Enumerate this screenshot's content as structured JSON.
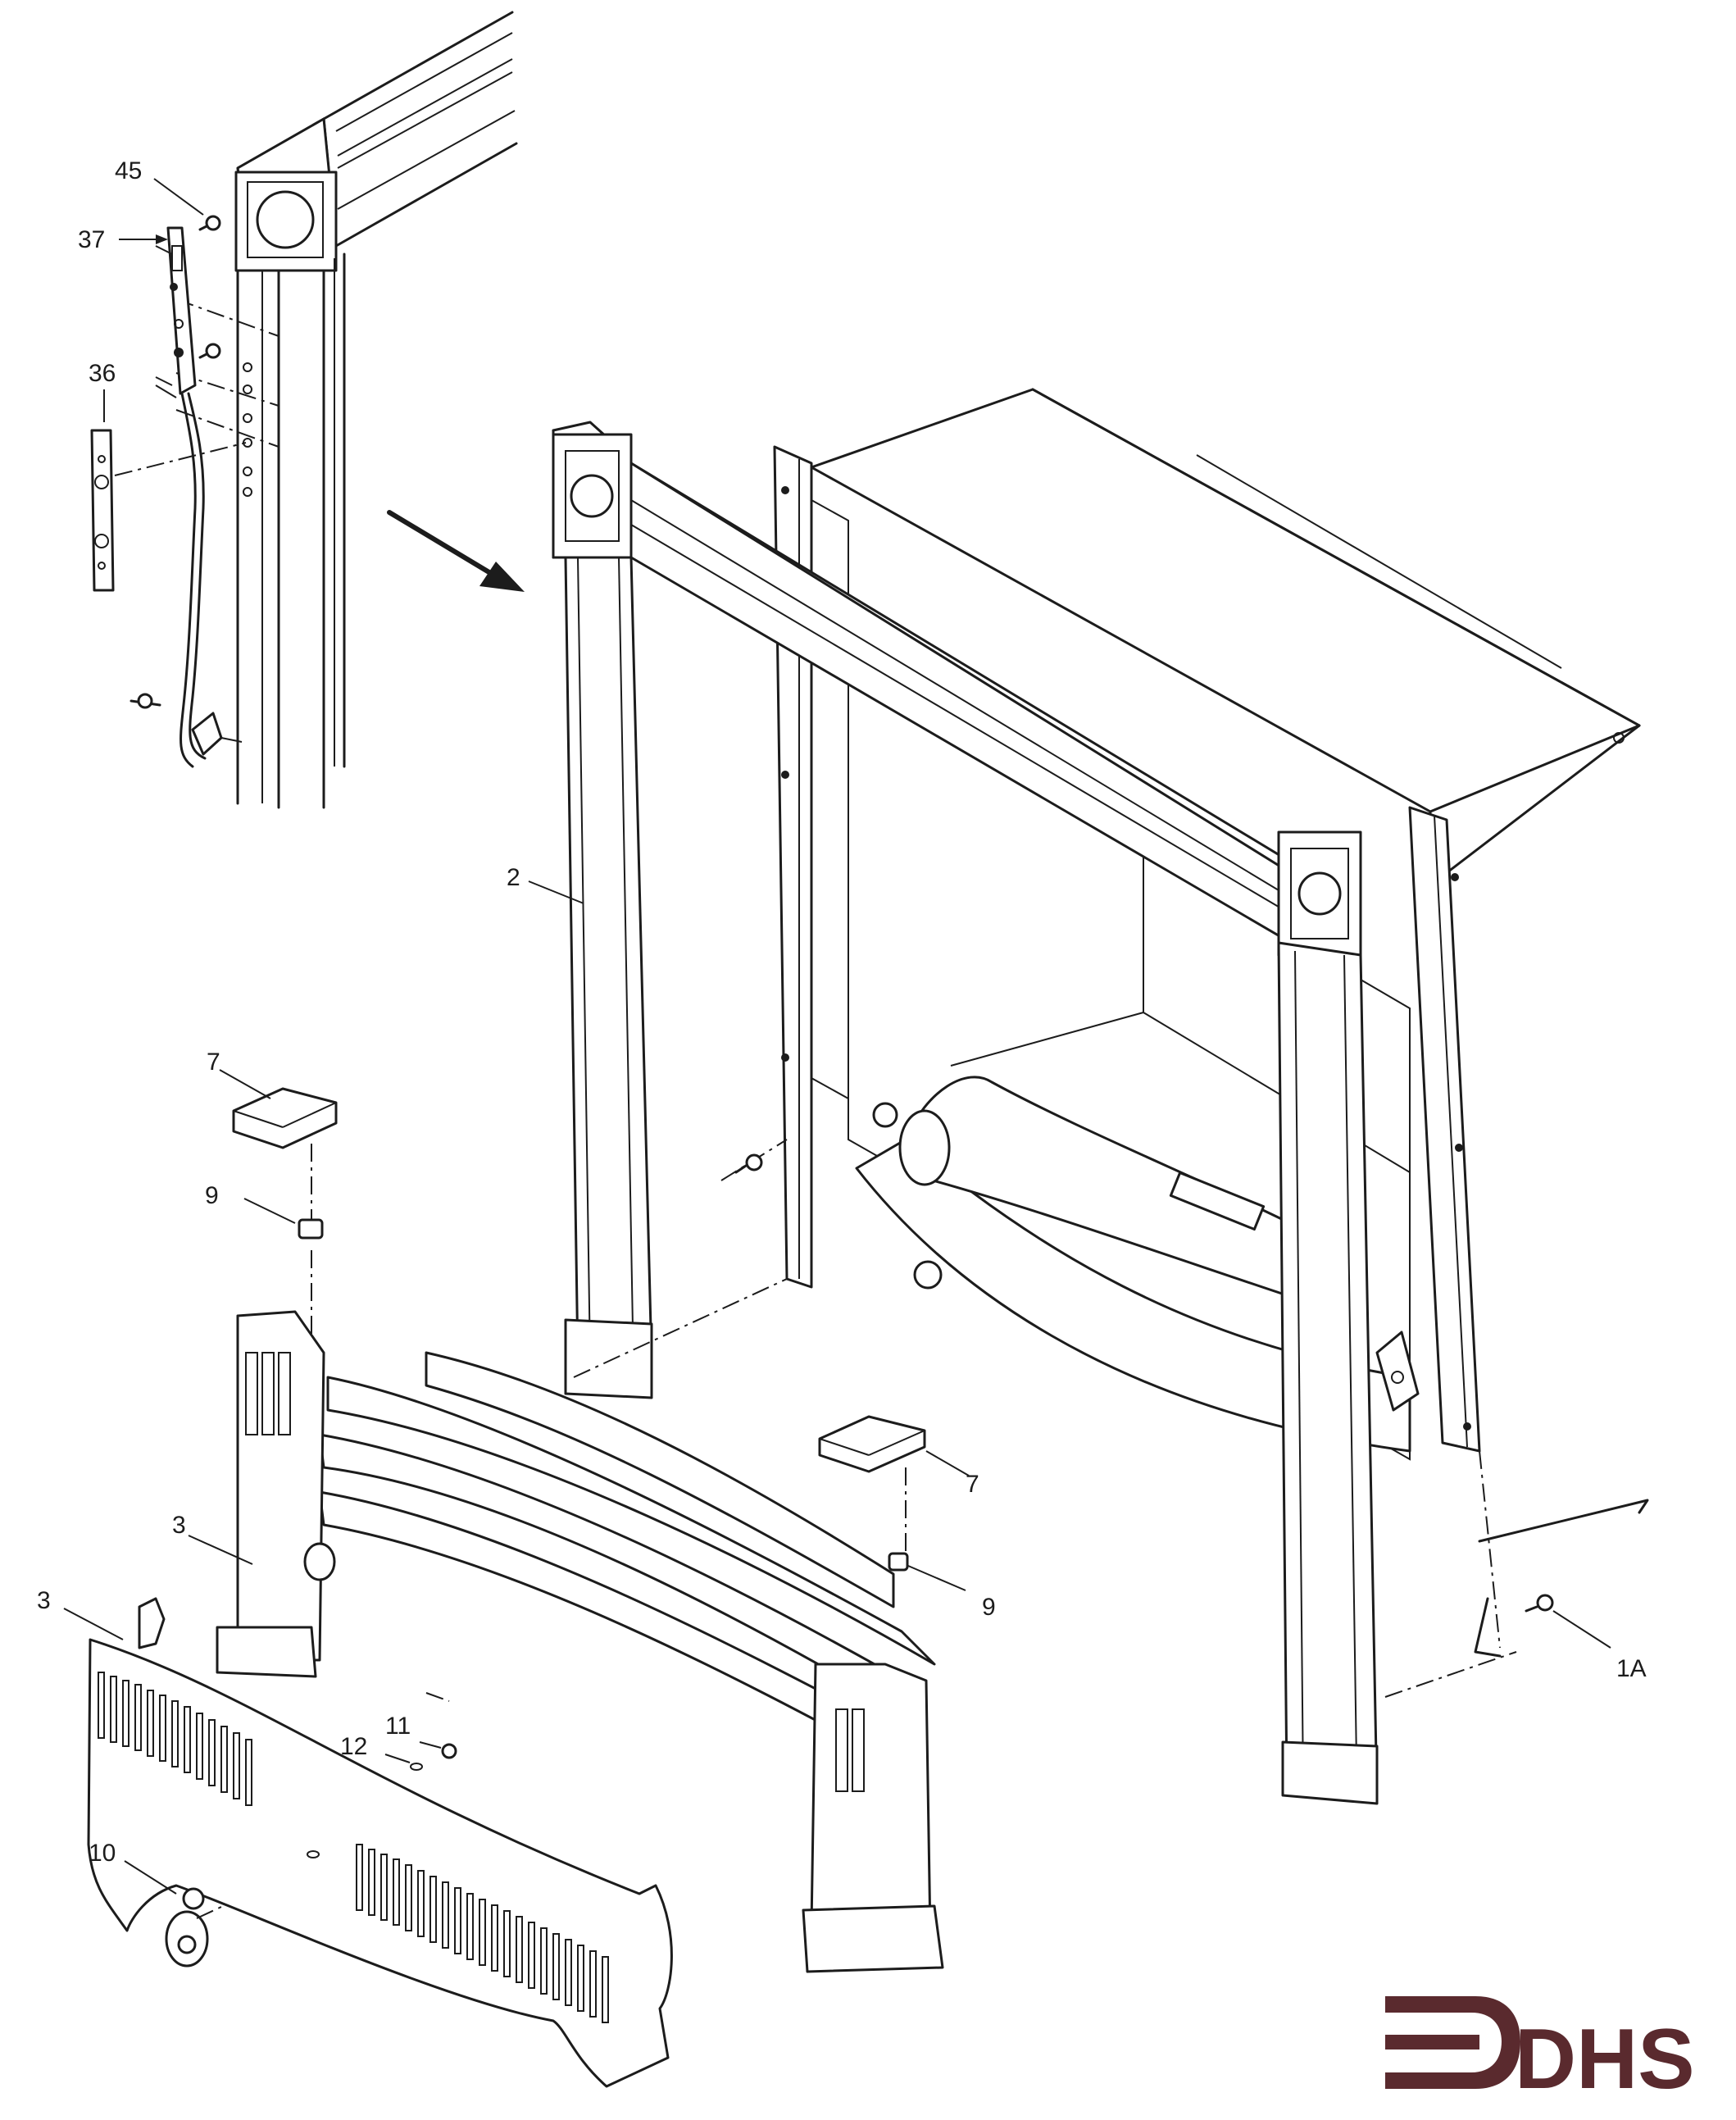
{
  "diagram": {
    "title": "Exploded parts diagram — fireplace surround, fire front and control panel",
    "brand": {
      "logo_text": "DHS",
      "color": "#5a2a2e"
    },
    "callouts": [
      {
        "id": "c45",
        "text": "45"
      },
      {
        "id": "c37",
        "text": "37"
      },
      {
        "id": "c36",
        "text": "36"
      },
      {
        "id": "c2",
        "text": "2"
      },
      {
        "id": "c7a",
        "text": "7"
      },
      {
        "id": "c9a",
        "text": "9"
      },
      {
        "id": "c7b",
        "text": "7"
      },
      {
        "id": "c9b",
        "text": "9"
      },
      {
        "id": "c3a",
        "text": "3"
      },
      {
        "id": "c3b",
        "text": "3"
      },
      {
        "id": "c11",
        "text": "11"
      },
      {
        "id": "c12",
        "text": "12"
      },
      {
        "id": "c10",
        "text": "10"
      },
      {
        "id": "c1A",
        "text": "1A"
      }
    ]
  }
}
